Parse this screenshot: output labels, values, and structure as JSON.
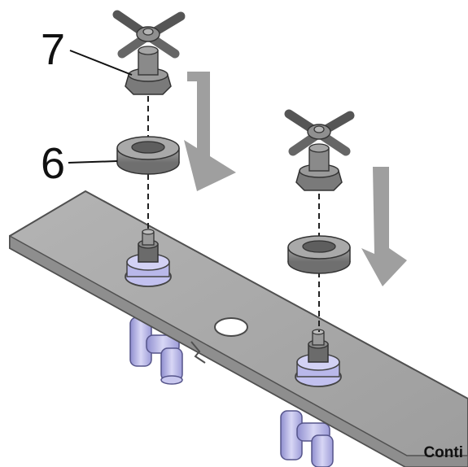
{
  "callouts": {
    "part_7": "7",
    "part_6": "6"
  },
  "footer": {
    "continue_text": "Conti"
  },
  "colors": {
    "deck": "#a9a9a9",
    "deck_edge": "#7d7d7d",
    "metal": "#7a7a7a",
    "arrow": "#9a9a9a",
    "fitting": "#b7b6e6"
  }
}
